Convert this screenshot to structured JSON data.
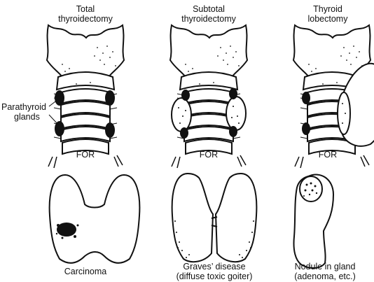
{
  "panels": [
    {
      "procedure": [
        "Total",
        "thyroidectomy"
      ],
      "connector": "FOR",
      "indication": [
        "Carcinoma"
      ]
    },
    {
      "procedure": [
        "Subtotal",
        "thyroidectomy"
      ],
      "connector": "FOR",
      "indication": [
        "Graves’ disease",
        "(diffuse toxic goiter)"
      ]
    },
    {
      "procedure": [
        "Thyroid",
        "lobectomy"
      ],
      "connector": "FOR",
      "indication": [
        "Nodule in gland",
        "(adenoma, etc.)"
      ]
    }
  ],
  "callout": [
    "Parathyroid",
    "glands"
  ]
}
